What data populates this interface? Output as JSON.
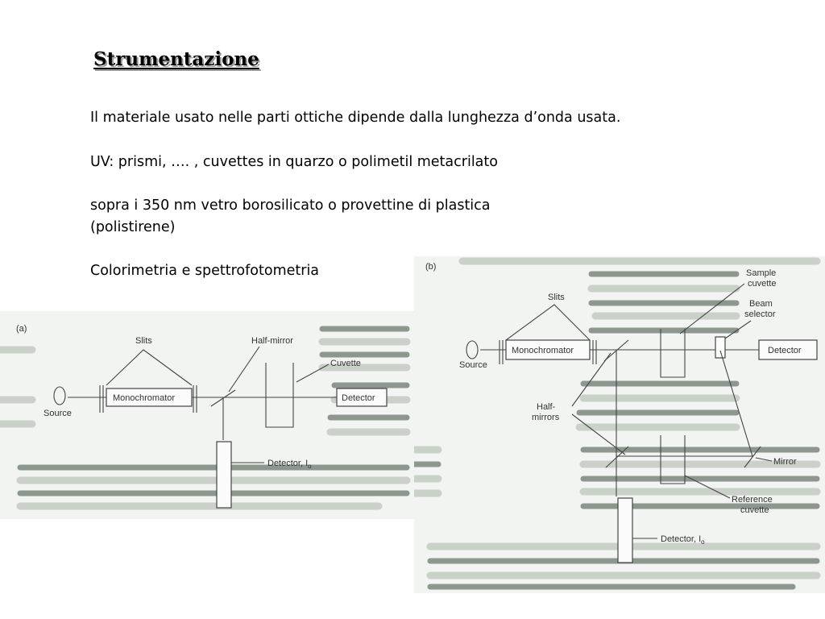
{
  "slide": {
    "title": "Strumentazione",
    "lines": [
      "Il materiale usato nelle parti ottiche dipende dalla lunghezza d’onda usata.",
      "UV: prismi, …. , cuvettes in quarzo o polimetil metacrilato",
      "sopra i 350 nm vetro borosilicato o provettine di plastica",
      "(polistirene)",
      "Colorimetria e spettrofotometria"
    ]
  },
  "figure_a": {
    "panel": "(a)",
    "slits": "Slits",
    "half_mirror": "Half-mirror",
    "cuvette": "Cuvette",
    "source": "Source",
    "monochromator": "Monochromator",
    "detector": "Detector",
    "detector_ref": "Detector, I",
    "detector_ref_sub": "o"
  },
  "figure_b": {
    "panel": "(b)",
    "slits": "Slits",
    "sample_cuvette_1": "Sample",
    "sample_cuvette_2": "cuvette",
    "beam_selector_1": "Beam",
    "beam_selector_2": "selector",
    "source": "Source",
    "monochromator": "Monochromator",
    "detector": "Detector",
    "half_mirrors_1": "Half-",
    "half_mirrors_2": "mirrors",
    "mirror": "Mirror",
    "reference_cuvette_1": "Reference",
    "reference_cuvette_2": "cuvette",
    "detector_ref": "Detector, I",
    "detector_ref_sub": "o"
  }
}
